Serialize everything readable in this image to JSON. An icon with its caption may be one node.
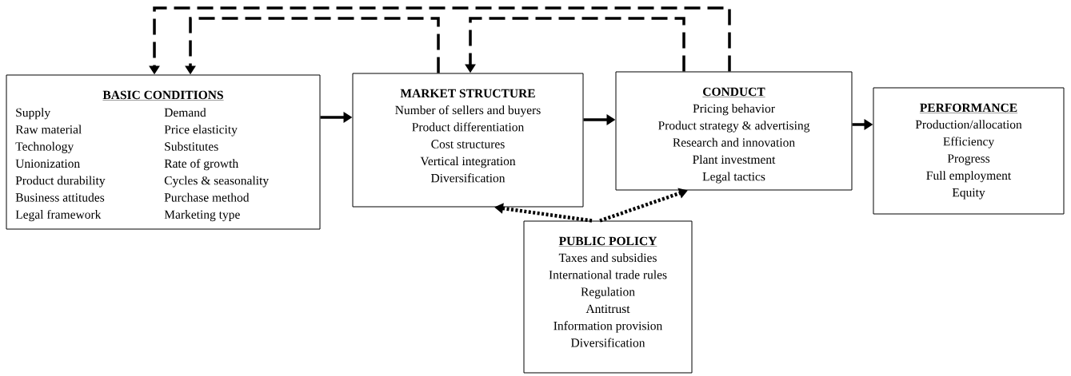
{
  "diagram": {
    "nodes": [
      {
        "text": [
          "BASIC CONDITIONS",
          "Supply",
          "Demand",
          "Raw material",
          "Price elasticity",
          "Technology",
          "Substitutes",
          "Unionization",
          "Rate of growth",
          "Product durability",
          "Cycles & seasonality",
          "Business attitudes",
          "Purchase method",
          "Legal framework",
          "Marketing type"
        ]
      },
      {
        "text": [
          "MARKET STRUCTURE",
          "Number of sellers and buyers",
          "Product differentiation",
          "Cost structures",
          "Vertical integration",
          "Diversification"
        ]
      },
      {
        "text": [
          "CONDUCT",
          "Pricing behavior",
          "Product strategy & advertising",
          "Research and innovation",
          "Plant investment",
          "Legal tactics"
        ]
      },
      {
        "text": [
          "PERFORMANCE",
          "Production/allocation",
          "Efficiency",
          "Progress",
          "Full employment",
          "Equity"
        ]
      },
      {
        "text": [
          "PUBLIC POLICY",
          "Taxes and subsidies",
          "International trade rules",
          "Regulation",
          "Antitrust",
          "Information provision",
          "Diversification"
        ]
      }
    ],
    "edges": [
      {
        "from": 0,
        "to": 1,
        "arrow": "to"
      },
      {
        "from": 1,
        "to": 2,
        "arrow": "to"
      },
      {
        "from": 2,
        "to": 3,
        "arrow": "to"
      },
      {
        "from": 2,
        "to": 0,
        "arrow": "to",
        "style": "dashed"
      },
      {
        "from": 1,
        "to": 0,
        "arrow": "to",
        "style": "dashed"
      },
      {
        "from": 2,
        "to": 1,
        "arrow": "to",
        "style": "dashed"
      },
      {
        "from": 4,
        "to": 1,
        "arrow": "to",
        "style": "dashed"
      },
      {
        "from": 4,
        "to": 2,
        "arrow": "to",
        "style": "dashed"
      }
    ]
  }
}
